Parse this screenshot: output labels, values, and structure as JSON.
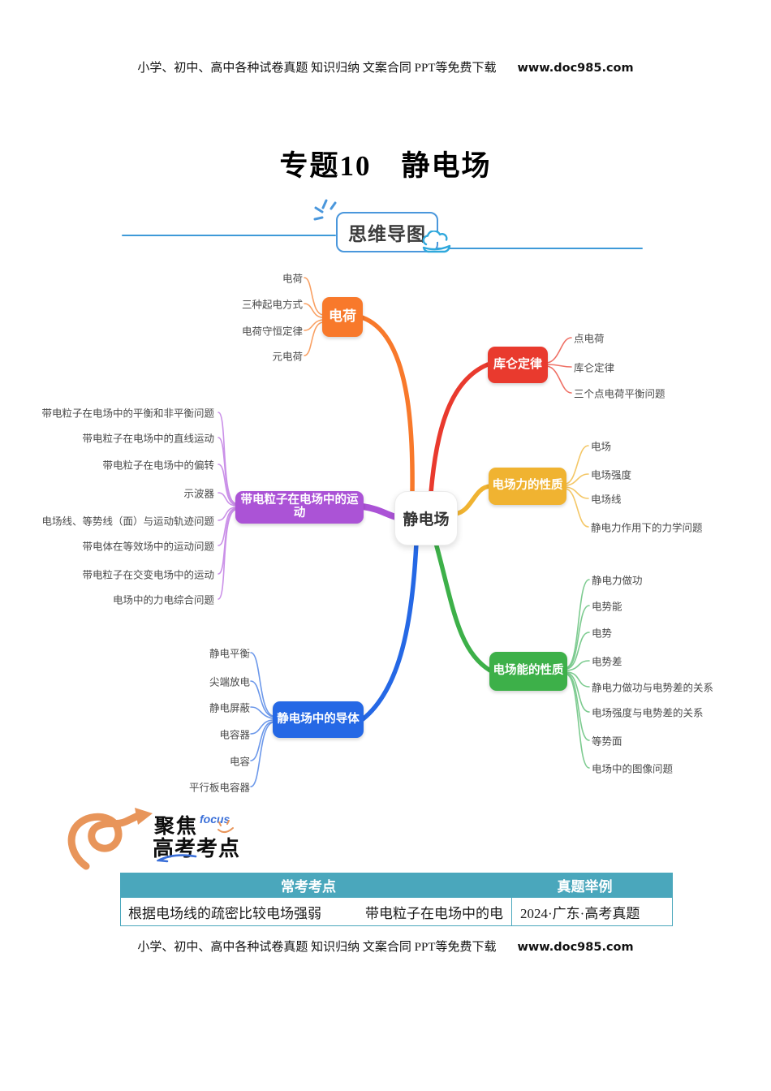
{
  "page": {
    "header": {
      "text": "小学、初中、高中各种试卷真题 知识归纳 文案合同 PPT等免费下载",
      "site": "www.doc985.com"
    },
    "footer": {
      "text": "小学、初中、高中各种试卷真题 知识归纳 文案合同 PPT等免费下载",
      "site": "www.doc985.com"
    },
    "title": "专题10　静电场"
  },
  "section_divider": {
    "label": "思维导图",
    "line_color": "#3E9AD8"
  },
  "mindmap": {
    "center": "静电场",
    "branches": [
      {
        "label": "电荷",
        "color": "#F8792B",
        "children": [
          "电荷",
          "三种起电方式",
          "电荷守恒定律",
          "元电荷"
        ]
      },
      {
        "label": "库仑定律",
        "color": "#E93A2E",
        "children": [
          "点电荷",
          "库仑定律",
          "三个点电荷平衡问题"
        ]
      },
      {
        "label": "电场力的性质",
        "color": "#F0B331",
        "children": [
          "电场",
          "电场强度",
          "电场线",
          "静电力作用下的力学问题"
        ]
      },
      {
        "label": "带电粒子在电场中的运动",
        "color": "#AB53D6",
        "children": [
          "带电粒子在电场中的平衡和非平衡问题",
          "带电粒子在电场中的直线运动",
          "带电粒子在电场中的偏转",
          "示波器",
          "电场线、等势线（面）与运动轨迹问题",
          "带电体在等效场中的运动问题",
          "带电粒子在交变电场中的运动",
          "电场中的力电综合问题"
        ]
      },
      {
        "label": "电场能的性质",
        "color": "#3DB049",
        "children": [
          "静电力做功",
          "电势能",
          "电势",
          "电势差",
          "静电力做功与电势差的关系",
          "电场强度与电势差的关系",
          "等势面",
          "电场中的图像问题"
        ]
      },
      {
        "label": "静电场中的导体",
        "color": "#2568E5",
        "children": [
          "静电平衡",
          "尖端放电",
          "静电屏蔽",
          "电容器",
          "电容",
          "平行板电容器"
        ]
      }
    ]
  },
  "focus_logo": {
    "line1": "聚焦",
    "line2": "高考考点",
    "tag": "focus",
    "arrow_color": "#E8955A",
    "tag_color": "#3A6FD8"
  },
  "table": {
    "header_bg": "#4AA7BC",
    "headers": [
      "常考考点",
      "真题举例"
    ],
    "rows": [
      {
        "points": [
          "根据电场线的疏密比较电场强弱",
          "带电粒子在电场中的电"
        ],
        "example": "2024·广东·高考真题"
      }
    ]
  }
}
